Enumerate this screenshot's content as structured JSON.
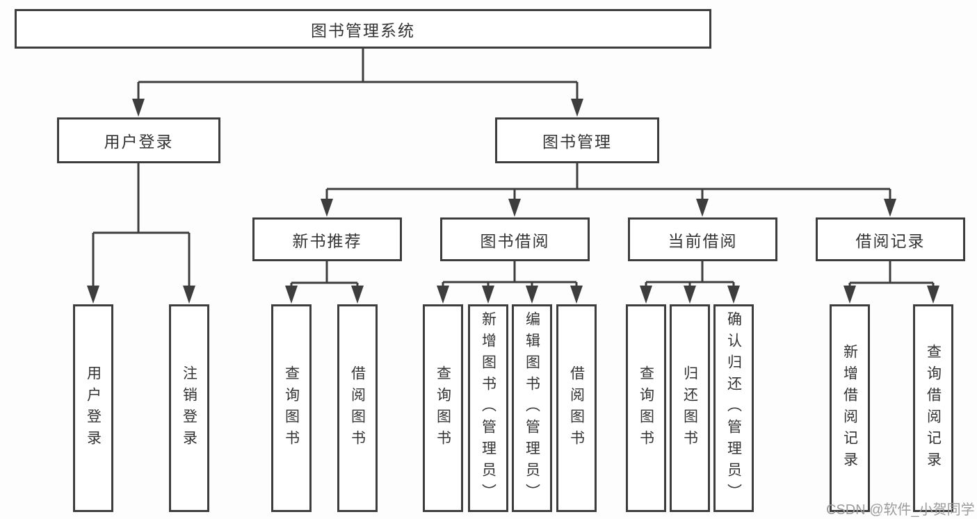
{
  "colors": {
    "line": "#3d3d3d",
    "text": "#333333",
    "box_bg": "#ffffff",
    "background": "#fdfdfd",
    "watermark": "#9b9b9b"
  },
  "watermark": {
    "text": "CSDN @软件_小贺同学"
  },
  "diagram": {
    "type": "org-chart",
    "root": {
      "label": "图书管理系统"
    },
    "branches": [
      {
        "label": "用户登录",
        "children": [
          {
            "label": "用户登录"
          },
          {
            "label": "注销登录"
          }
        ]
      },
      {
        "label": "图书管理",
        "children": [
          {
            "label": "新书推荐",
            "children": [
              {
                "label": "查询图书"
              },
              {
                "label": "借阅图书"
              }
            ]
          },
          {
            "label": "图书借阅",
            "children": [
              {
                "label": "查询图书"
              },
              {
                "label": "新增图书（管理员）"
              },
              {
                "label": "编辑图书（管理员）"
              },
              {
                "label": "借阅图书"
              }
            ]
          },
          {
            "label": "当前借阅",
            "children": [
              {
                "label": "查询图书"
              },
              {
                "label": "归还图书"
              },
              {
                "label": "确认归还（管理员）"
              }
            ]
          },
          {
            "label": "借阅记录",
            "children": [
              {
                "label": "新增借阅记录"
              },
              {
                "label": "查询借阅记录"
              }
            ]
          }
        ]
      }
    ]
  }
}
